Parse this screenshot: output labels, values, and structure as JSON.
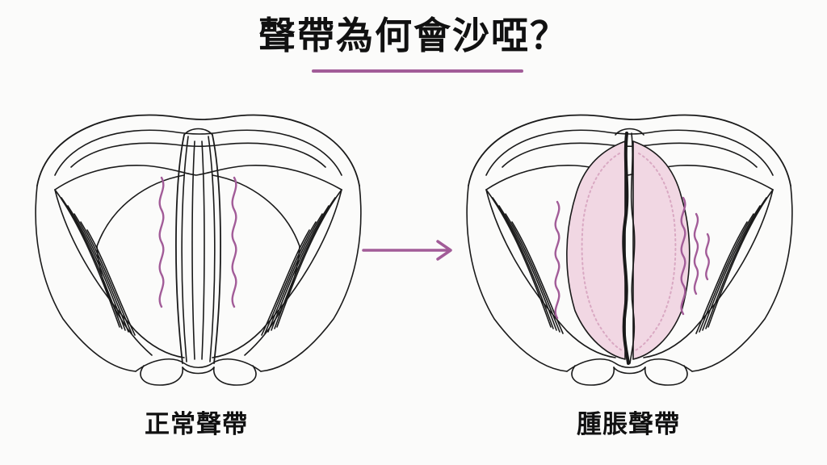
{
  "title": "聲帶為何會沙啞？",
  "left_panel": {
    "caption": "正常聲帶",
    "illustration": "normal-vocal-cords"
  },
  "right_panel": {
    "caption": "腫脹聲帶",
    "illustration": "swollen-vocal-cords"
  },
  "colors": {
    "accent": "#a25c98",
    "swelling_fill": "#f1d7e3",
    "swelling_edge": "#d9a8c2",
    "line": "#1a1a1a",
    "background": "#fbfbfa"
  }
}
